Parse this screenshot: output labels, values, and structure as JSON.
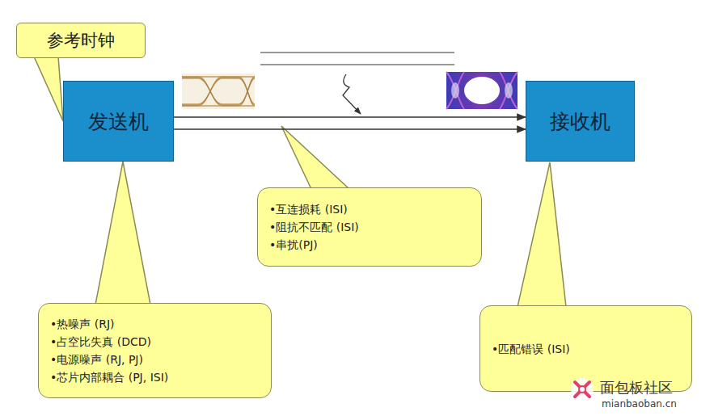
{
  "diagram": {
    "nodes": [
      {
        "text": [
          "参考时钟"
        ]
      },
      {
        "text": [
          "发送机"
        ]
      },
      {
        "text": [
          "接收机"
        ]
      },
      {
        "text": [
          "•互连损耗 (ISI)",
          "•阻抗不匹配 (ISI)",
          "•串扰(PJ)"
        ]
      },
      {
        "text": [
          "•热噪声 (RJ)",
          "•占空比失真 (DCD)",
          "•电源噪声 (RJ, PJ)",
          "•芯片内部耦合 (PJ, ISI)"
        ]
      },
      {
        "text": [
          "•匹配错误 (ISI)"
        ]
      }
    ],
    "edges": [
      {
        "from": 1,
        "to": 2,
        "arrow": "to"
      },
      {
        "from": 1,
        "to": 2,
        "arrow": "to"
      }
    ],
    "labels": [
      "面包板社区",
      "mianbaoban.cn"
    ]
  }
}
